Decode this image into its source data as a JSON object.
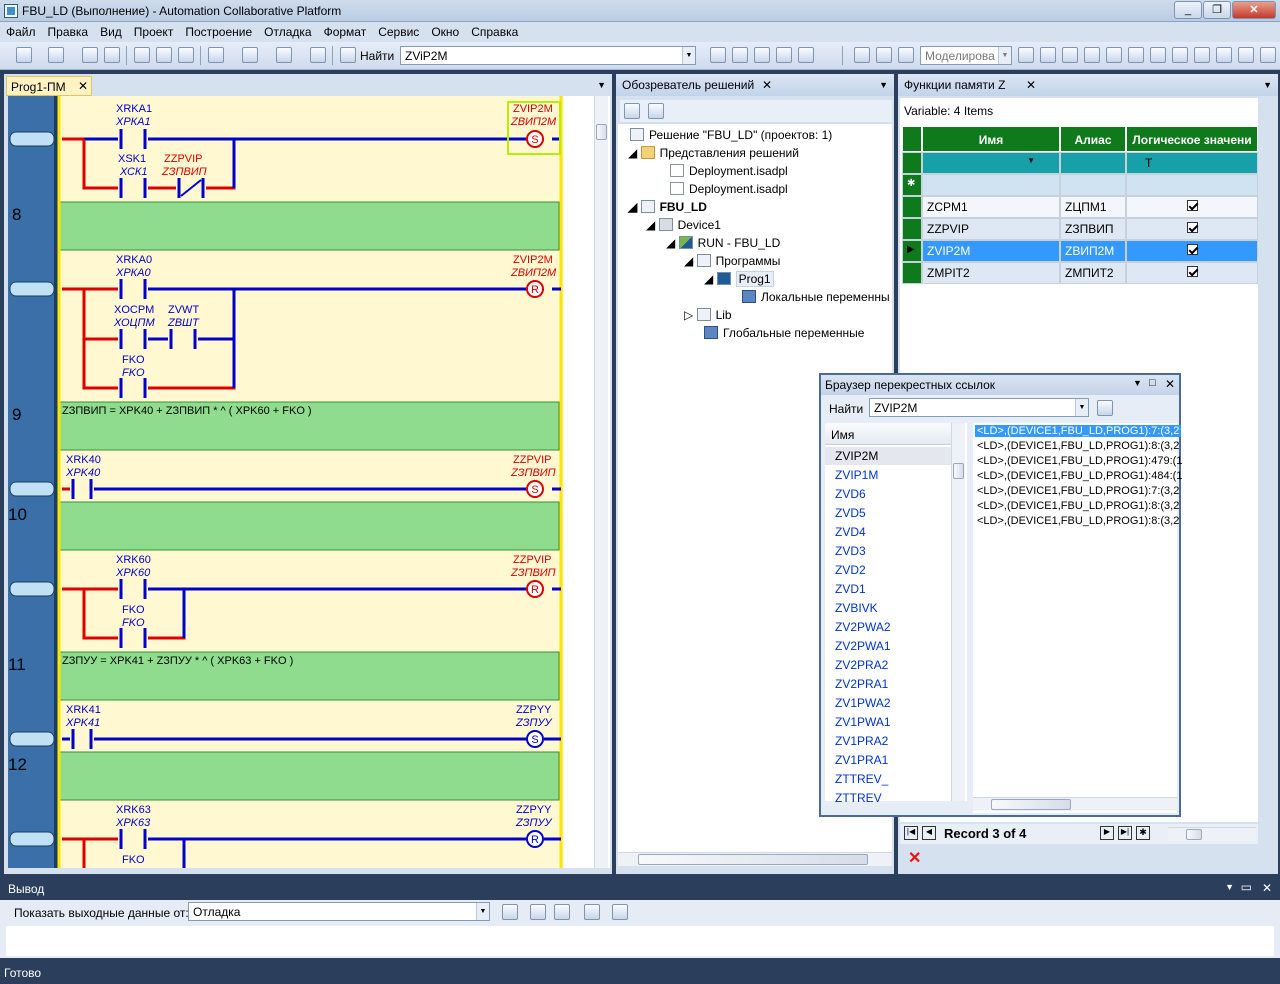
{
  "window": {
    "title": "FBU_LD (Выполнение) - Automation Collaborative Platform"
  },
  "menu": [
    "Файл",
    "Правка",
    "Вид",
    "Проект",
    "Построение",
    "Отладка",
    "Формат",
    "Сервис",
    "Окно",
    "Справка"
  ],
  "toolbar": {
    "find_label": "Найти",
    "find_value": "ZViP2M",
    "sim_label": "Моделирова"
  },
  "editor": {
    "tab": "Prog1-ПМ",
    "rung_numbers": [
      "8",
      "9",
      "10",
      "11",
      "12"
    ],
    "expr9": "ZЗПВИП  =  XPK40 + ZЗПВИП * ^  (   XPK60 + FKO )",
    "expr11": "ZЗПУУ  =  XPK41 + ZЗПУУ * ^  (   XPK63 + FKO )",
    "labels": {
      "xrka1": "XRKA1",
      "xrka1c": "ХРКА1",
      "xsk1": "XSK1",
      "xsk1c": "ХСК1",
      "zzpvip": "ZZPVIP",
      "zzpvipc": "ZЗПВИП",
      "zvip2m": "ZVIP2M",
      "zvip2mc": "ZВИП2М",
      "xrka0": "XRKA0",
      "xrka0c": "ХРКА0",
      "xocpm": "XOCPM",
      "xocpmc": "ХОЦПМ",
      "zvwt": "ZVWT",
      "zvwtc": "ZВШТ",
      "fko": "FKO",
      "fkoc": "FKO",
      "xrk40": "XRK40",
      "xrk40c": "XPK40",
      "xrk60": "XRK60",
      "xrk60c": "XPK60",
      "xrk41": "XRK41",
      "xrk41c": "XPK41",
      "zzpyy": "ZZPYY",
      "zzpyyc": "ZЗПУУ",
      "xrk63": "XRK63",
      "xrk63c": "XPK63",
      "s": "S",
      "r": "R"
    }
  },
  "solution": {
    "title": "Обозреватель решений",
    "items": [
      "Решение \"FBU_LD\"  (проектов: 1)",
      "Представления решений",
      "Deployment.isadpl",
      "Deployment.isadpl",
      "FBU_LD",
      "Device1",
      "RUN - FBU_LD",
      "Программы",
      "Prog1",
      "Локальные переменны",
      "Lib",
      "Глобальные переменные"
    ]
  },
  "memory": {
    "title": "Функции памяти Z",
    "variable": "Variable: 4 Items",
    "columns": [
      "Имя",
      "Алиас",
      "Логическое значени"
    ],
    "filter_t": "T",
    "rows": [
      {
        "name": "ZCPM1",
        "alias": "ZЦПМ1"
      },
      {
        "name": "ZZPVIP",
        "alias": "ZЗПВИП"
      },
      {
        "name": "ZVIP2M",
        "alias": "ZВИП2М"
      },
      {
        "name": "ZMPIT2",
        "alias": "ZМПИТ2"
      }
    ],
    "record": "Record 3  of 4"
  },
  "xref": {
    "title": "Браузер перекрестных ссылок",
    "find_label": "Найти",
    "find_value": "ZVIP2M",
    "col": "Имя",
    "names": [
      "ZVIP2M",
      "ZVIP1M",
      "ZVD6",
      "ZVD5",
      "ZVD4",
      "ZVD3",
      "ZVD2",
      "ZVD1",
      "ZVBIVK",
      "ZV2PWA2",
      "ZV2PWA1",
      "ZV2PRA2",
      "ZV2PRA1",
      "ZV1PWA2",
      "ZV1PWA1",
      "ZV1PRA2",
      "ZV1PRA1",
      "ZTTREV_",
      "ZTTREV"
    ],
    "refs": [
      "<LD>,(DEVICE1,FBU_LD,PROG1):7:(3,2",
      "<LD>,(DEVICE1,FBU_LD,PROG1):8:(3,2",
      "<LD>,(DEVICE1,FBU_LD,PROG1):479:(1",
      "<LD>,(DEVICE1,FBU_LD,PROG1):484:(1",
      "<LD>,(DEVICE1,FBU_LD,PROG1):7:(3,2",
      "<LD>,(DEVICE1,FBU_LD,PROG1):8:(3,2",
      "<LD>,(DEVICE1,FBU_LD,PROG1):8:(3,2"
    ]
  },
  "output": {
    "title": "Вывод",
    "show_label": "Показать выходные данные от:",
    "source": "Отладка"
  },
  "status": {
    "text": "Готово"
  }
}
